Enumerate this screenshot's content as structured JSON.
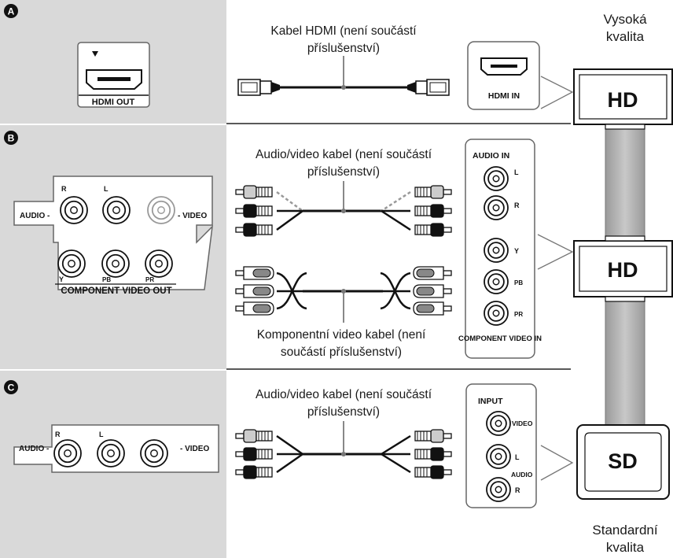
{
  "sections": [
    {
      "badge": "A",
      "player_ports": [
        "HDMI OUT"
      ],
      "cable_captions": [
        {
          "lines": [
            "Kabel HDMI (není součástí",
            "příslušenství)"
          ]
        }
      ],
      "tv_ports": [
        "HDMI IN"
      ]
    },
    {
      "badge": "B",
      "player_ports": [
        "AUDIO -",
        "R",
        "L",
        "- VIDEO",
        "Y",
        "PB",
        "PR",
        "COMPONENT VIDEO OUT"
      ],
      "cable_captions": [
        {
          "lines": [
            "Audio/video kabel (není součástí",
            "příslušenství)"
          ]
        },
        {
          "lines": [
            "Komponentní video kabel (není",
            "součástí příslušenství)"
          ]
        }
      ],
      "tv_ports": [
        "AUDIO IN",
        "L",
        "R",
        "Y",
        "PB",
        "PR",
        "COMPONENT VIDEO IN"
      ]
    },
    {
      "badge": "C",
      "player_ports": [
        "AUDIO -",
        "R",
        "L",
        "- VIDEO"
      ],
      "cable_captions": [
        {
          "lines": [
            "Audio/video kabel (není součástí",
            "příslušenství)"
          ]
        }
      ],
      "tv_ports": [
        "INPUT",
        "VIDEO",
        "L",
        "AUDIO",
        "R"
      ]
    }
  ],
  "tvs": [
    "HD",
    "HD",
    "SD"
  ],
  "quality_scale": {
    "top": [
      "Vysoká",
      "kvalita"
    ],
    "bottom": [
      "Standardní",
      "kvalita"
    ]
  },
  "colors": {
    "panel": "#d9d9d9",
    "plate": "#ffffff",
    "ink": "#1a1a1a",
    "bar": "#b0b0b0",
    "plug_dark": "#111111",
    "plug_light": "#999999"
  }
}
